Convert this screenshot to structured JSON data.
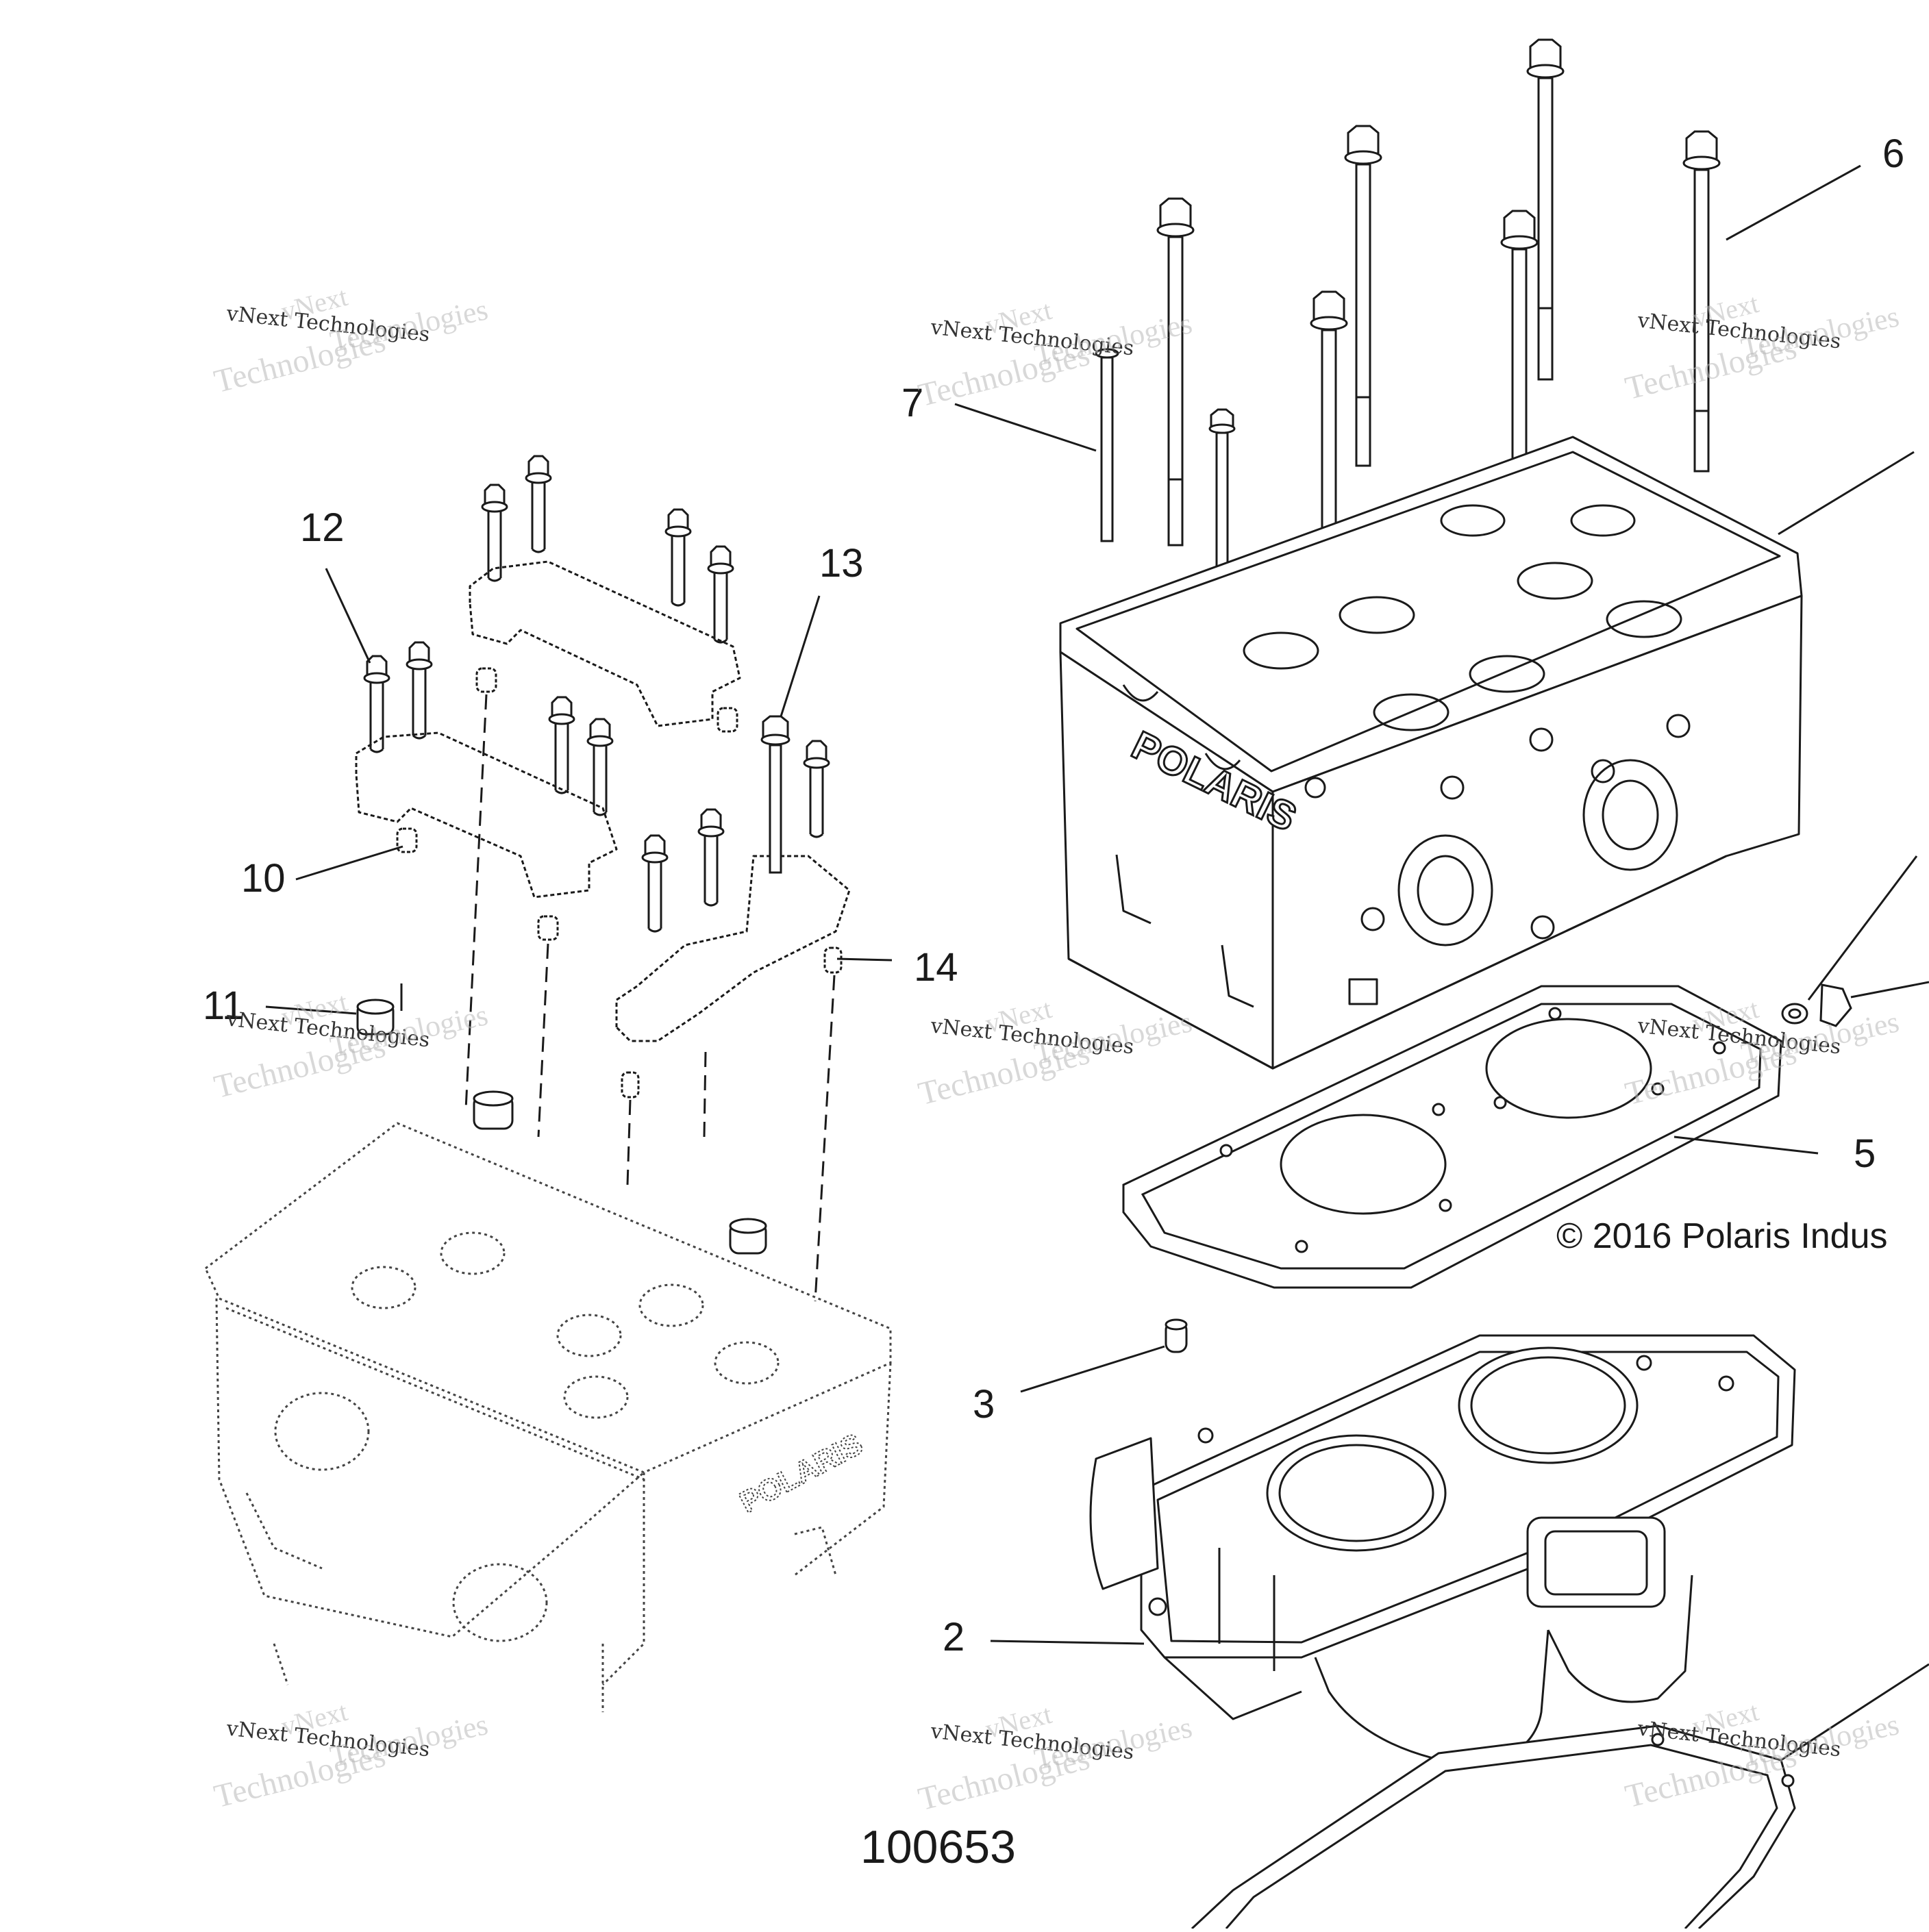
{
  "callouts": {
    "c2": "2",
    "c3": "3",
    "c5": "5",
    "c6": "6",
    "c7": "7",
    "c10": "10",
    "c11": "11",
    "c12": "12",
    "c13": "13",
    "c14": "14"
  },
  "copyright": "© 2016 Polaris Indus",
  "diagram_number": "100653",
  "watermark": {
    "brand": "vNext",
    "line": "vNext Technologies",
    "word": "Technologies"
  },
  "cylinder_head_logo": "POLARIS",
  "colors": {
    "line": "#1a1a1a",
    "dotted": "#444444",
    "watermark": "#b9b9b9"
  }
}
